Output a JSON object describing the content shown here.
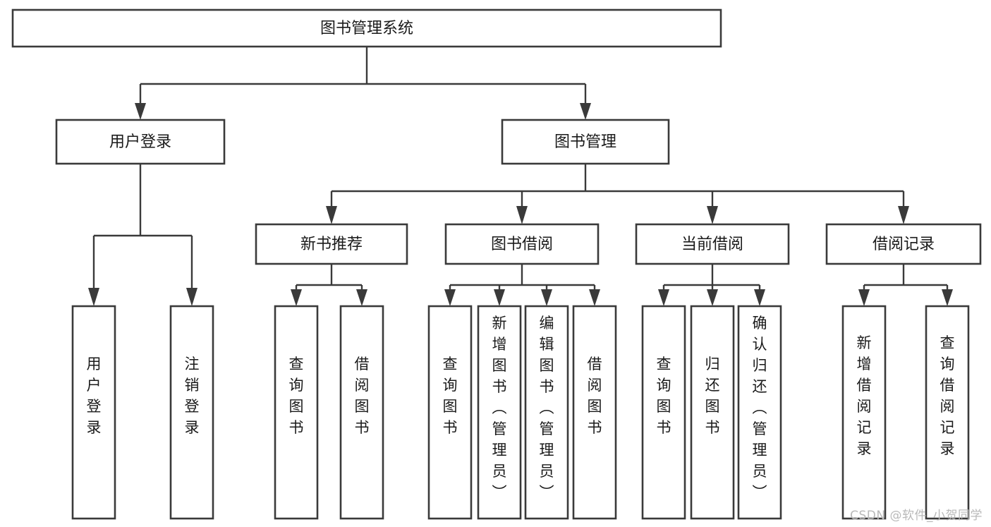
{
  "diagram": {
    "type": "tree-hierarchy",
    "title": "图书管理系统",
    "watermark": "CSDN @软件_小贺同学",
    "colors": {
      "stroke": "#3a3a3a",
      "fill": "#ffffff",
      "text": "#1a1a1a",
      "watermark": "#b9b9b9",
      "background": "#ffffff"
    },
    "levels": {
      "root": "图书管理系统",
      "level2": [
        "用户登录",
        "图书管理"
      ],
      "level3": [
        "新书推荐",
        "图书借阅",
        "当前借阅",
        "借阅记录"
      ]
    },
    "nodes": {
      "root": {
        "id": "root",
        "label": "图书管理系统",
        "orientation": "horizontal"
      },
      "l2": [
        {
          "id": "user-login",
          "label": "用户登录",
          "orientation": "horizontal"
        },
        {
          "id": "book-manage",
          "label": "图书管理",
          "orientation": "horizontal"
        }
      ],
      "l3": [
        {
          "id": "new-book-rec",
          "label": "新书推荐",
          "orientation": "horizontal"
        },
        {
          "id": "book-borrow",
          "label": "图书借阅",
          "orientation": "horizontal"
        },
        {
          "id": "current-borrow",
          "label": "当前借阅",
          "orientation": "horizontal"
        },
        {
          "id": "borrow-record",
          "label": "借阅记录",
          "orientation": "horizontal"
        }
      ],
      "leaves": [
        {
          "id": "leaf-user-login",
          "parent": "user-login",
          "label": "用户登录",
          "orientation": "vertical"
        },
        {
          "id": "leaf-user-logout",
          "parent": "user-login",
          "label": "注销登录",
          "orientation": "vertical"
        },
        {
          "id": "leaf-query-book-1",
          "parent": "new-book-rec",
          "label": "查询图书",
          "orientation": "vertical"
        },
        {
          "id": "leaf-borrow-book-1",
          "parent": "new-book-rec",
          "label": "借阅图书",
          "orientation": "vertical"
        },
        {
          "id": "leaf-query-book-2",
          "parent": "book-borrow",
          "label": "查询图书",
          "orientation": "vertical"
        },
        {
          "id": "leaf-add-book",
          "parent": "book-borrow",
          "label": "新增图书（管理员）",
          "orientation": "vertical"
        },
        {
          "id": "leaf-edit-book",
          "parent": "book-borrow",
          "label": "编辑图书（管理员）",
          "orientation": "vertical"
        },
        {
          "id": "leaf-borrow-book-2",
          "parent": "book-borrow",
          "label": "借阅图书",
          "orientation": "vertical"
        },
        {
          "id": "leaf-query-book-3",
          "parent": "current-borrow",
          "label": "查询图书",
          "orientation": "vertical"
        },
        {
          "id": "leaf-return-book",
          "parent": "current-borrow",
          "label": "归还图书",
          "orientation": "vertical"
        },
        {
          "id": "leaf-confirm-return",
          "parent": "current-borrow",
          "label": "确认归还（管理员）",
          "orientation": "vertical"
        },
        {
          "id": "leaf-add-record",
          "parent": "borrow-record",
          "label": "新增借阅记录",
          "orientation": "vertical"
        },
        {
          "id": "leaf-query-record",
          "parent": "borrow-record",
          "label": "查询借阅记录",
          "orientation": "vertical"
        }
      ]
    }
  }
}
